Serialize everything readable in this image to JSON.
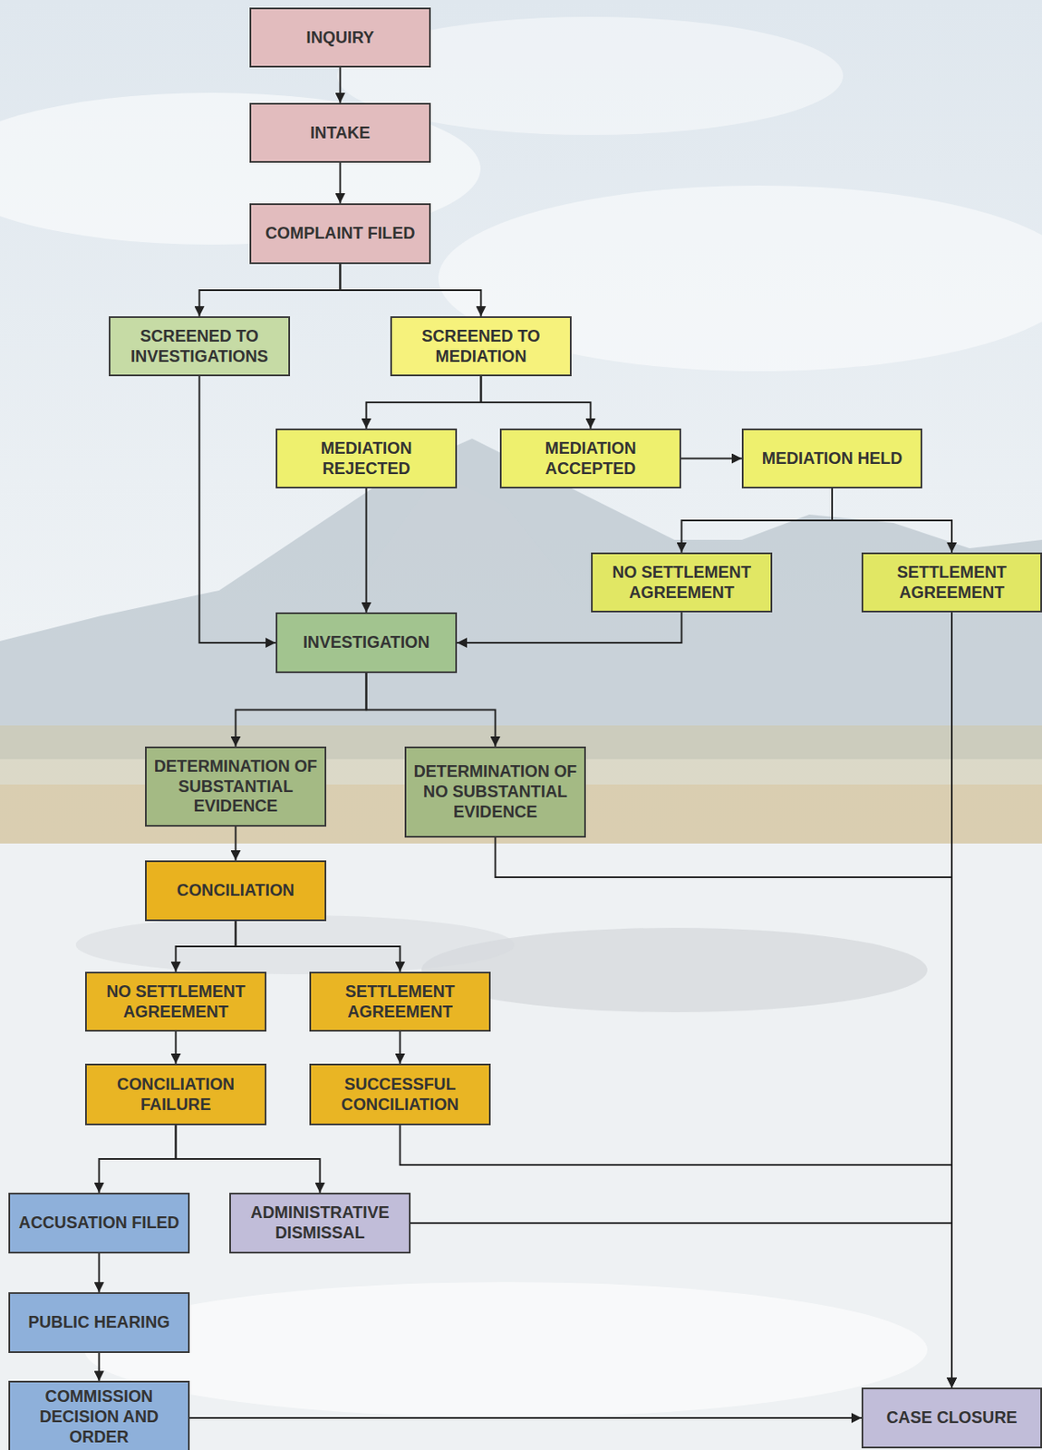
{
  "diagram": {
    "nodes": [
      {
        "text": [
          "INQUIRY"
        ]
      },
      {
        "text": [
          "INTAKE"
        ]
      },
      {
        "text": [
          "COMPLAINT FILED"
        ]
      },
      {
        "text": [
          "SCREENED TO INVESTIGATIONS"
        ]
      },
      {
        "text": [
          "SCREENED TO MEDIATION"
        ]
      },
      {
        "text": [
          "MEDIATION REJECTED"
        ]
      },
      {
        "text": [
          "MEDIATION ACCEPTED"
        ]
      },
      {
        "text": [
          "MEDIATION HELD"
        ]
      },
      {
        "text": [
          "NO SETTLEMENT AGREEMENT"
        ]
      },
      {
        "text": [
          "SETTLEMENT AGREEMENT"
        ]
      },
      {
        "text": [
          "INVESTIGATION"
        ]
      },
      {
        "text": [
          "DETERMINATION OF SUBSTANTIAL EVIDENCE"
        ]
      },
      {
        "text": [
          "DETERMINATION OF NO SUBSTANTIAL EVIDENCE"
        ]
      },
      {
        "text": [
          "CONCILIATION"
        ]
      },
      {
        "text": [
          "NO SETTLEMENT AGREEMENT"
        ]
      },
      {
        "text": [
          "SETTLEMENT AGREEMENT"
        ]
      },
      {
        "text": [
          "CONCILIATION FAILURE"
        ]
      },
      {
        "text": [
          "SUCCESSFUL CONCILIATION"
        ]
      },
      {
        "text": [
          "ACCUSATION FILED"
        ]
      },
      {
        "text": [
          "ADMINISTRATIVE DISMISSAL"
        ]
      },
      {
        "text": [
          "PUBLIC HEARING"
        ]
      },
      {
        "text": [
          "COMMISSION DECISION AND ORDER"
        ]
      },
      {
        "text": [
          "CASE CLOSURE"
        ]
      }
    ],
    "edges": [
      {
        "from": 0,
        "to": 1,
        "arrow": "to"
      },
      {
        "from": 1,
        "to": 2,
        "arrow": "to"
      },
      {
        "from": 2,
        "to": 3,
        "arrow": "to"
      },
      {
        "from": 2,
        "to": 4,
        "arrow": "to"
      },
      {
        "from": 4,
        "to": 5,
        "arrow": "to"
      },
      {
        "from": 4,
        "to": 6,
        "arrow": "to"
      },
      {
        "from": 6,
        "to": 7,
        "arrow": "to"
      },
      {
        "from": 7,
        "to": 8,
        "arrow": "to"
      },
      {
        "from": 7,
        "to": 9,
        "arrow": "to"
      },
      {
        "from": 3,
        "to": 10,
        "arrow": "to"
      },
      {
        "from": 5,
        "to": 10,
        "arrow": "to"
      },
      {
        "from": 8,
        "to": 10,
        "arrow": "to"
      },
      {
        "from": 10,
        "to": 11,
        "arrow": "to"
      },
      {
        "from": 10,
        "to": 12,
        "arrow": "to"
      },
      {
        "from": 11,
        "to": 13,
        "arrow": "to"
      },
      {
        "from": 13,
        "to": 14,
        "arrow": "to"
      },
      {
        "from": 13,
        "to": 15,
        "arrow": "to"
      },
      {
        "from": 14,
        "to": 16,
        "arrow": "to"
      },
      {
        "from": 15,
        "to": 17,
        "arrow": "to"
      },
      {
        "from": 16,
        "to": 18,
        "arrow": "to"
      },
      {
        "from": 16,
        "to": 19,
        "arrow": "to"
      },
      {
        "from": 18,
        "to": 20,
        "arrow": "to"
      },
      {
        "from": 20,
        "to": 21,
        "arrow": "to"
      },
      {
        "from": 21,
        "to": 22,
        "arrow": "to"
      },
      {
        "from": 9,
        "to": 22,
        "arrow": "to"
      },
      {
        "from": 12,
        "to": 22,
        "arrow": "to"
      },
      {
        "from": 17,
        "to": 22,
        "arrow": "to"
      },
      {
        "from": 19,
        "to": 22,
        "arrow": "to"
      }
    ]
  }
}
